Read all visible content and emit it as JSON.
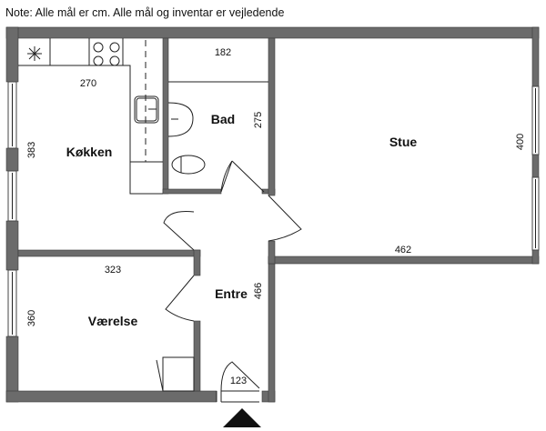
{
  "note": "Note: Alle mål er cm. Alle mål og inventar er vejledende",
  "rooms": {
    "kitchen": {
      "label": "Køkken",
      "width": "270",
      "depth": "383"
    },
    "bath": {
      "label": "Bad",
      "width": "182",
      "depth": "275"
    },
    "living": {
      "label": "Stue",
      "width": "462",
      "depth": "400"
    },
    "bedroom": {
      "label": "Værelse",
      "width": "323",
      "depth": "360"
    },
    "hall": {
      "label": "Entre",
      "depth": "466",
      "door_width": "123"
    }
  },
  "colors": {
    "wall": "#6b6b6b",
    "line": "#222222"
  }
}
